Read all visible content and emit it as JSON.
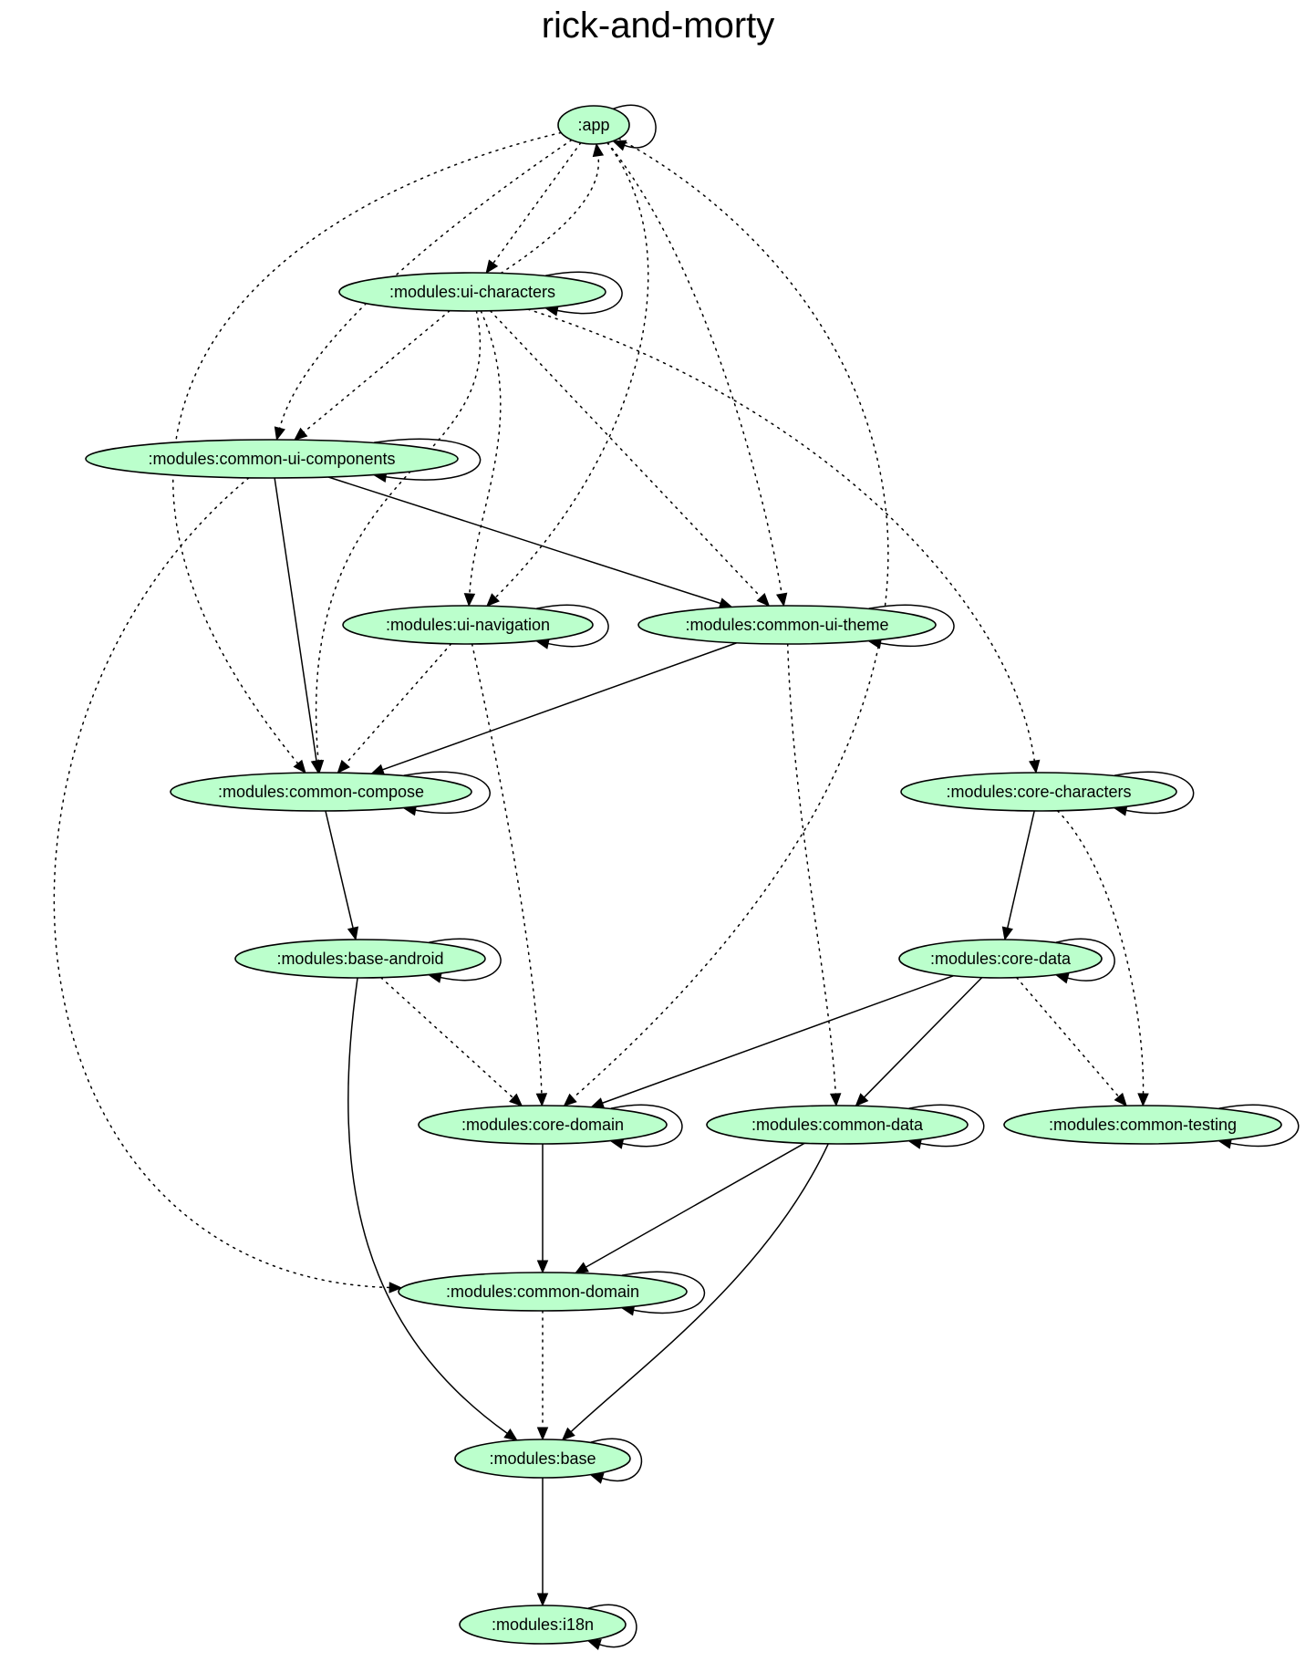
{
  "title": "rick-and-morty",
  "colors": {
    "node_fill": "#bbffcc",
    "stroke": "#000000"
  },
  "nodes": [
    {
      "id": "app",
      "label": ":app"
    },
    {
      "id": "ui-characters",
      "label": ":modules:ui-characters"
    },
    {
      "id": "common-ui-components",
      "label": ":modules:common-ui-components"
    },
    {
      "id": "ui-navigation",
      "label": ":modules:ui-navigation"
    },
    {
      "id": "common-ui-theme",
      "label": ":modules:common-ui-theme"
    },
    {
      "id": "common-compose",
      "label": ":modules:common-compose"
    },
    {
      "id": "core-characters",
      "label": ":modules:core-characters"
    },
    {
      "id": "base-android",
      "label": ":modules:base-android"
    },
    {
      "id": "core-data",
      "label": ":modules:core-data"
    },
    {
      "id": "core-domain",
      "label": ":modules:core-domain"
    },
    {
      "id": "common-data",
      "label": ":modules:common-data"
    },
    {
      "id": "common-testing",
      "label": ":modules:common-testing"
    },
    {
      "id": "common-domain",
      "label": ":modules:common-domain"
    },
    {
      "id": "base",
      "label": ":modules:base"
    },
    {
      "id": "i18n",
      "label": ":modules:i18n"
    }
  ],
  "edges": [
    {
      "from": "app",
      "to": "app",
      "style": "solid"
    },
    {
      "from": "app",
      "to": "ui-characters",
      "style": "dotted"
    },
    {
      "from": "app",
      "to": "common-ui-components",
      "style": "dotted"
    },
    {
      "from": "app",
      "to": "common-compose",
      "style": "dotted"
    },
    {
      "from": "app",
      "to": "common-ui-theme",
      "style": "dotted"
    },
    {
      "from": "app",
      "to": "ui-navigation",
      "style": "dotted"
    },
    {
      "from": "app",
      "to": "core-domain",
      "style": "dotted"
    },
    {
      "from": "ui-characters",
      "to": "ui-characters",
      "style": "solid"
    },
    {
      "from": "ui-characters",
      "to": "common-ui-components",
      "style": "dotted"
    },
    {
      "from": "ui-characters",
      "to": "common-compose",
      "style": "dotted"
    },
    {
      "from": "ui-characters",
      "to": "ui-navigation",
      "style": "dotted"
    },
    {
      "from": "ui-characters",
      "to": "common-ui-theme",
      "style": "dotted"
    },
    {
      "from": "ui-characters",
      "to": "core-characters",
      "style": "dotted"
    },
    {
      "from": "ui-characters",
      "to": "app",
      "style": "dotted"
    },
    {
      "from": "common-ui-components",
      "to": "common-ui-components",
      "style": "solid"
    },
    {
      "from": "common-ui-components",
      "to": "common-compose",
      "style": "solid"
    },
    {
      "from": "common-ui-components",
      "to": "common-ui-theme",
      "style": "solid"
    },
    {
      "from": "common-ui-components",
      "to": "common-domain",
      "style": "dotted"
    },
    {
      "from": "ui-navigation",
      "to": "ui-navigation",
      "style": "solid"
    },
    {
      "from": "ui-navigation",
      "to": "common-compose",
      "style": "dotted"
    },
    {
      "from": "ui-navigation",
      "to": "core-domain",
      "style": "dotted"
    },
    {
      "from": "common-ui-theme",
      "to": "common-ui-theme",
      "style": "solid"
    },
    {
      "from": "common-ui-theme",
      "to": "common-compose",
      "style": "solid"
    },
    {
      "from": "common-ui-theme",
      "to": "common-data",
      "style": "dotted"
    },
    {
      "from": "common-compose",
      "to": "common-compose",
      "style": "solid"
    },
    {
      "from": "common-compose",
      "to": "base-android",
      "style": "solid"
    },
    {
      "from": "core-characters",
      "to": "core-characters",
      "style": "solid"
    },
    {
      "from": "core-characters",
      "to": "core-data",
      "style": "solid"
    },
    {
      "from": "core-characters",
      "to": "common-testing",
      "style": "dotted"
    },
    {
      "from": "base-android",
      "to": "base-android",
      "style": "solid"
    },
    {
      "from": "base-android",
      "to": "core-domain",
      "style": "dotted"
    },
    {
      "from": "base-android",
      "to": "base",
      "style": "solid"
    },
    {
      "from": "core-data",
      "to": "core-data",
      "style": "solid"
    },
    {
      "from": "core-data",
      "to": "core-domain",
      "style": "solid"
    },
    {
      "from": "core-data",
      "to": "common-data",
      "style": "solid"
    },
    {
      "from": "core-data",
      "to": "common-testing",
      "style": "dotted"
    },
    {
      "from": "core-domain",
      "to": "core-domain",
      "style": "solid"
    },
    {
      "from": "core-domain",
      "to": "common-domain",
      "style": "solid"
    },
    {
      "from": "common-data",
      "to": "common-data",
      "style": "solid"
    },
    {
      "from": "common-data",
      "to": "common-domain",
      "style": "solid"
    },
    {
      "from": "common-data",
      "to": "base",
      "style": "solid"
    },
    {
      "from": "common-testing",
      "to": "common-testing",
      "style": "solid"
    },
    {
      "from": "common-domain",
      "to": "common-domain",
      "style": "solid"
    },
    {
      "from": "common-domain",
      "to": "base",
      "style": "dotted"
    },
    {
      "from": "base",
      "to": "base",
      "style": "solid"
    },
    {
      "from": "base",
      "to": "i18n",
      "style": "solid"
    },
    {
      "from": "i18n",
      "to": "i18n",
      "style": "solid"
    }
  ]
}
